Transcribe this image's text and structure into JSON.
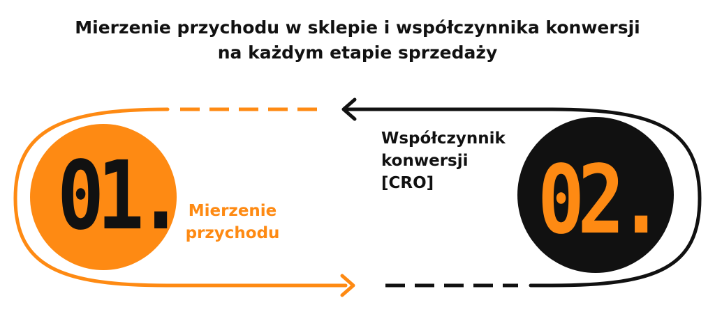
{
  "title": {
    "line1": "Mierzenie przychodu w sklepie i współczynnika konwersji",
    "line2": "na każdym etapie sprzedaży"
  },
  "colors": {
    "accent": "#fe8a13",
    "dark": "#111111",
    "background": "#ffffff"
  },
  "steps": [
    {
      "number": "01.",
      "label_lines": [
        "Mierzenie",
        "przychodu"
      ],
      "circle_color": "#fe8a13",
      "number_color": "#111111",
      "label_color": "#fe8a13"
    },
    {
      "number": "02.",
      "label_lines": [
        "Współczynnik",
        "konwersji",
        "[CRO]"
      ],
      "circle_color": "#111111",
      "number_color": "#fe8a13",
      "label_color": "#111111"
    }
  ],
  "icons": {
    "left_arrow": "arrow-left-icon",
    "right_arrow": "arrow-right-icon"
  }
}
